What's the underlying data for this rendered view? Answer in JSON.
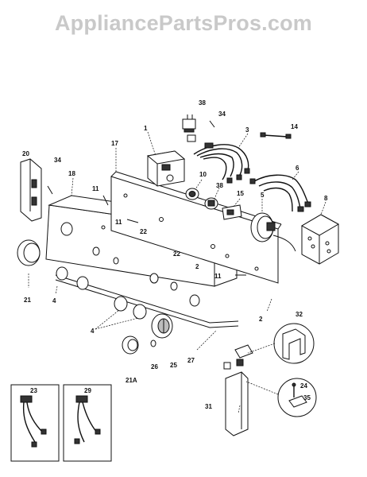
{
  "watermark": "AppliancePartsPros.com",
  "callouts": {
    "c1": "1",
    "c2a": "2",
    "c2b": "2",
    "c3": "3",
    "c4": "4",
    "c4b": "4",
    "c5": "5",
    "c6": "6",
    "c8": "8",
    "c10": "10",
    "c11a": "11",
    "c11b": "11",
    "c11c": "11",
    "c14": "14",
    "c15": "15",
    "c17": "17",
    "c18": "18",
    "c20": "20",
    "c21": "21",
    "c21a": "21A",
    "c22a": "22",
    "c22b": "22",
    "c23": "23",
    "c24": "24",
    "c25": "25",
    "c26": "26",
    "c27": "27",
    "c29": "29",
    "c31": "31",
    "c32": "32",
    "c34a": "34",
    "c34b": "34",
    "c35": "35",
    "c38a": "38",
    "c38b": "38"
  }
}
